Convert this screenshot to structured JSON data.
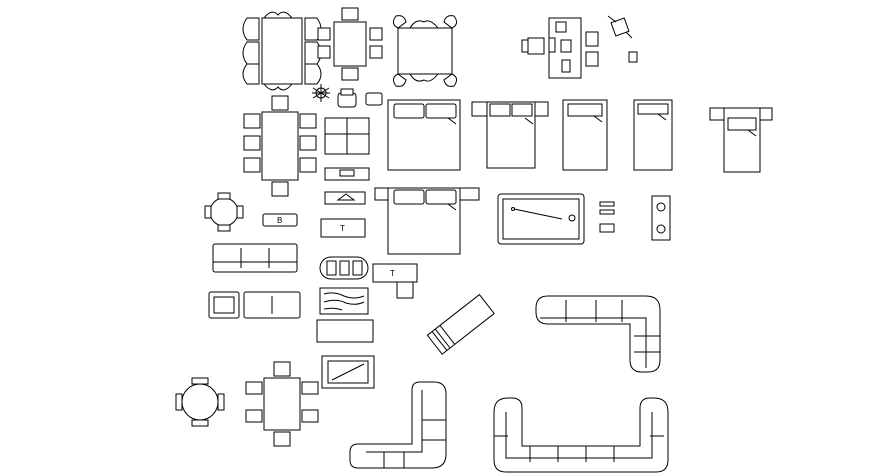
{
  "labels": {
    "bench_b": "B",
    "coffee_table_upper": "T",
    "coffee_table_lower": "T"
  },
  "colors": {
    "line": "#000000",
    "background": "#ffffff"
  }
}
